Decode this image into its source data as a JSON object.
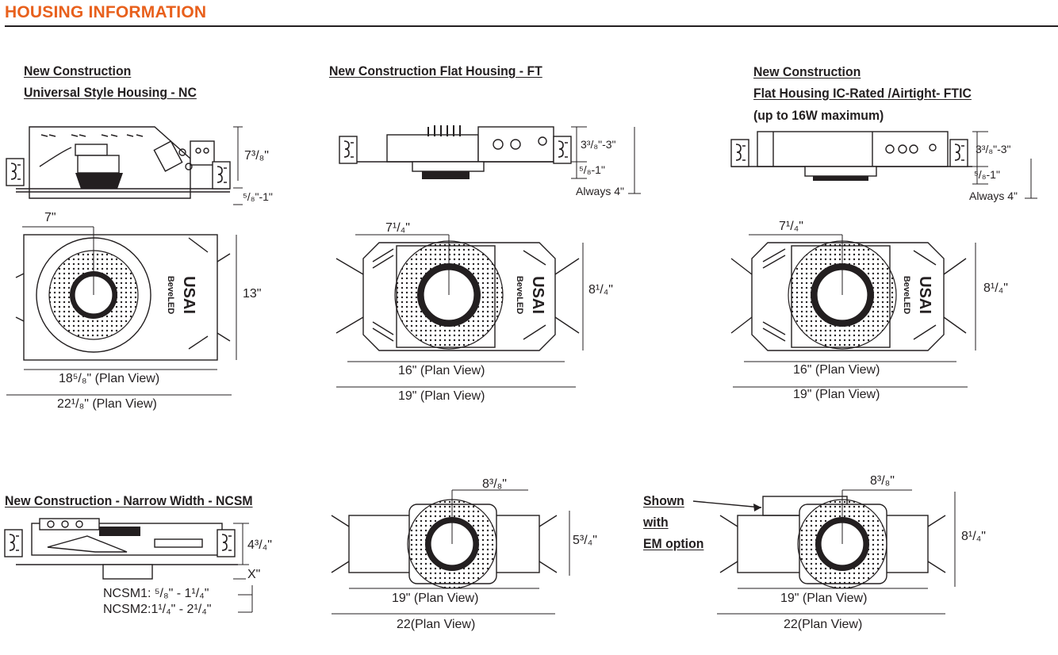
{
  "header": {
    "title": "HOUSING INFORMATION",
    "accent_color": "#e8601c"
  },
  "brand": {
    "name": "USAI",
    "product": "BeveLED"
  },
  "sections": {
    "nc": {
      "title_line1": "New Construction",
      "title_line2": "Universal Style Housing - NC",
      "height_label": "7³/₈\"",
      "ceiling_label": "⁵/₈\"-1\"",
      "offset_label": "7\"",
      "depth_label": "13\"",
      "plan_inner": "18⁵/₈\" (Plan View)",
      "plan_outer": "22¹/₈\" (Plan View)"
    },
    "ft": {
      "title": "New Construction Flat Housing - FT",
      "height_label": "3³/₈\"-3\"",
      "ceiling_label": "⁵/₈-1\"",
      "always_label": "Always 4\"",
      "offset_label": "7¹/₄\"",
      "depth_label": "8¹/₄\"",
      "plan_inner": "16\" (Plan View)",
      "plan_outer": "19\" (Plan View)"
    },
    "ftic": {
      "title_line1": "New Construction",
      "title_line2": "Flat Housing IC-Rated /Airtight- FTIC",
      "note": "(up to 16W maximum)",
      "height_label": "3³/₈\"-3\"",
      "ceiling_label": "⁵/₈-1\"",
      "always_label": "Always 4\"",
      "offset_label": "7¹/₄\"",
      "depth_label": "8¹/₄\"",
      "plan_inner": "16\" (Plan View)",
      "plan_outer": "19\" (Plan View)"
    },
    "ncsm": {
      "title": "New Construction - Narrow Width - NCSM",
      "height_label": "4³/₄\"",
      "x_label": "X\"",
      "ncsm1": "NCSM1: ⁵/₈\" - 1¹/₄\"",
      "ncsm2": "NCSM2:1¹/₄\" - 2¹/₄\""
    },
    "ncsm_plan": {
      "offset_label": "8³/₈\"",
      "depth_label": "5³/₄\"",
      "plan_inner": "19\" (Plan View)",
      "plan_outer": "22(Plan View)"
    },
    "em": {
      "callout_line1": "Shown",
      "callout_line2": "with",
      "callout_line3": "EM option",
      "offset_label": "8³/₈\"",
      "depth_label": "8¹/₄\"",
      "plan_inner": "19\" (Plan View)",
      "plan_outer": "22(Plan View)"
    }
  }
}
